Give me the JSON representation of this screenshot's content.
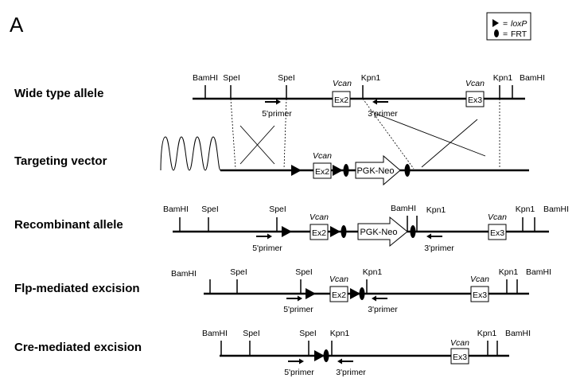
{
  "panel_label": "A",
  "legend": {
    "loxp_eq": "=",
    "loxp_label": "loxP",
    "frt_eq": "=",
    "frt_label": "FRT"
  },
  "rows": [
    {
      "label": "Wide type allele",
      "sites": [
        "BamHI",
        "SpeI",
        "SpeI",
        "Kpn1",
        "Kpn1",
        "BamHI"
      ],
      "exons": [
        {
          "gene": "Vcan",
          "name": "Ex2"
        },
        {
          "gene": "Vcan",
          "name": "Ex3"
        }
      ],
      "primers": [
        "5'primer",
        "3'primer"
      ]
    },
    {
      "label": "Targeting vector",
      "sites": [],
      "exons": [
        {
          "gene": "Vcan",
          "name": "Ex2"
        }
      ],
      "cassette": "PGK-Neo",
      "primers": []
    },
    {
      "label": "Recombinant allele",
      "sites": [
        "BamHI",
        "SpeI",
        "SpeI",
        "BamHI",
        "Kpn1",
        "Kpn1",
        "BamHI"
      ],
      "exons": [
        {
          "gene": "Vcan",
          "name": "Ex2"
        },
        {
          "gene": "Vcan",
          "name": "Ex3"
        }
      ],
      "cassette": "PGK-Neo",
      "primers": [
        "5'primer",
        "3'primer"
      ]
    },
    {
      "label": "Flp-mediated excision",
      "sites": [
        "BamHI",
        "SpeI",
        "SpeI",
        "Kpn1",
        "Kpn1",
        "BamHI"
      ],
      "exons": [
        {
          "gene": "Vcan",
          "name": "Ex2"
        },
        {
          "gene": "Vcan",
          "name": "Ex3"
        }
      ],
      "primers": [
        "5'primer",
        "3'primer"
      ]
    },
    {
      "label": "Cre-mediated excision",
      "sites": [
        "BamHI",
        "SpeI",
        "SpeI",
        "Kpn1",
        "Kpn1",
        "BamHI"
      ],
      "exons": [
        {
          "gene": "Vcan",
          "name": "Ex3"
        }
      ],
      "primers": [
        "5'primer",
        "3'primer"
      ]
    }
  ]
}
